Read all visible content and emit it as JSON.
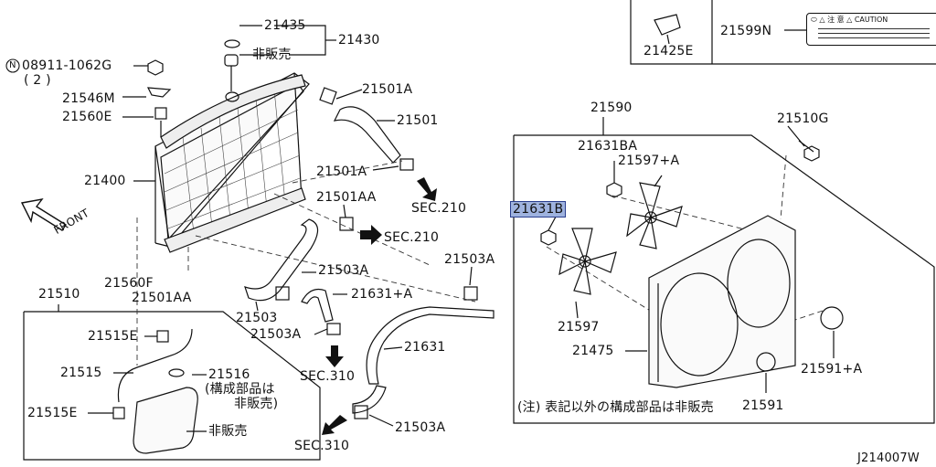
{
  "labels": {
    "p21435": "21435",
    "p21430": "21430",
    "hanbai_top": "非販売",
    "p08911": "08911-1062G",
    "qty2": "( 2 )",
    "n_mark": "N",
    "p21546m": "21546M",
    "p21560e": "21560E",
    "p21400": "21400",
    "p21501a_top": "21501A",
    "p21501": "21501",
    "p21501a_mid": "21501A",
    "sec210_a": "SEC.210",
    "p21501aa_a": "21501AA",
    "sec210_b": "SEC.210",
    "p21560f": "21560F",
    "p21501aa_b": "21501AA",
    "p21503a_a": "21503A",
    "p21503a_b": "21503A",
    "p21631a": "21631+A",
    "p21503": "21503",
    "p21503a_c": "21503A",
    "sec310_a": "SEC.310",
    "p21631": "21631",
    "p21503a_d": "21503A",
    "sec310_b": "SEC.310",
    "p21510": "21510",
    "p21515e_a": "21515E",
    "p21515": "21515",
    "p21516": "21516",
    "note_kosei": "(構成部品は",
    "note_hanbai": "非販売)",
    "p21515e_b": "21515E",
    "hanbai_tank": "非販売",
    "p21425e": "21425E",
    "p21599n": "21599N",
    "caution_text": "⬭ △ 注 意 △ CAUTION",
    "p21590": "21590",
    "p21510g": "21510G",
    "p21631ba": "21631BA",
    "p21597a": "21597+A",
    "p21631b": "21631B",
    "p21597": "21597",
    "p21475": "21475",
    "p21591a": "21591+A",
    "p21591": "21591",
    "note_bottom": "(注) 表記以外の構成部品は非販売",
    "front": "FRONT",
    "diagram_id": "J214007W"
  },
  "highlight_color": "#9fb3df",
  "icons": [
    "front-arrow-icon",
    "flow-arrow-icon",
    "n-circle-icon"
  ]
}
